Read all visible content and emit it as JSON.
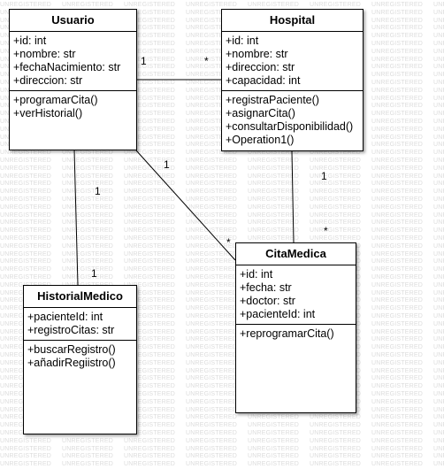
{
  "watermark": "UNREGISTERED",
  "classes": {
    "usuario": {
      "name": "Usuario",
      "attributes": [
        "+id: int",
        "+nombre: str",
        "+fechaNacimiento: str",
        "+direccion: str"
      ],
      "methods": [
        "+programarCita()",
        "+verHistorial()"
      ]
    },
    "hospital": {
      "name": "Hospital",
      "attributes": [
        "+id: int",
        "+nombre: str",
        "+direccion: str",
        "+capacidad: int"
      ],
      "methods": [
        "+registraPaciente()",
        "+asignarCita()",
        "+consultarDisponibilidad()",
        "+Operation1()"
      ]
    },
    "cita": {
      "name": "CitaMedica",
      "attributes": [
        "+id: int",
        "+fecha: str",
        "+doctor: str",
        "+pacienteId: int"
      ],
      "methods": [
        "+reprogramarCita()"
      ]
    },
    "historial": {
      "name": "HistorialMedico",
      "attributes": [
        "+pacienteId: int",
        "+registroCitas: str"
      ],
      "methods": [
        "+buscarRegistro()",
        "+añadirRegiistro()"
      ]
    }
  },
  "multiplicities": {
    "usuario_hospital_src": "1",
    "usuario_hospital_dst": "*",
    "usuario_cita_src": "1",
    "usuario_cita_dst": "*",
    "hospital_cita_src": "1",
    "hospital_cita_dst": "*",
    "usuario_historial_src": "1",
    "usuario_historial_dst": "1"
  }
}
